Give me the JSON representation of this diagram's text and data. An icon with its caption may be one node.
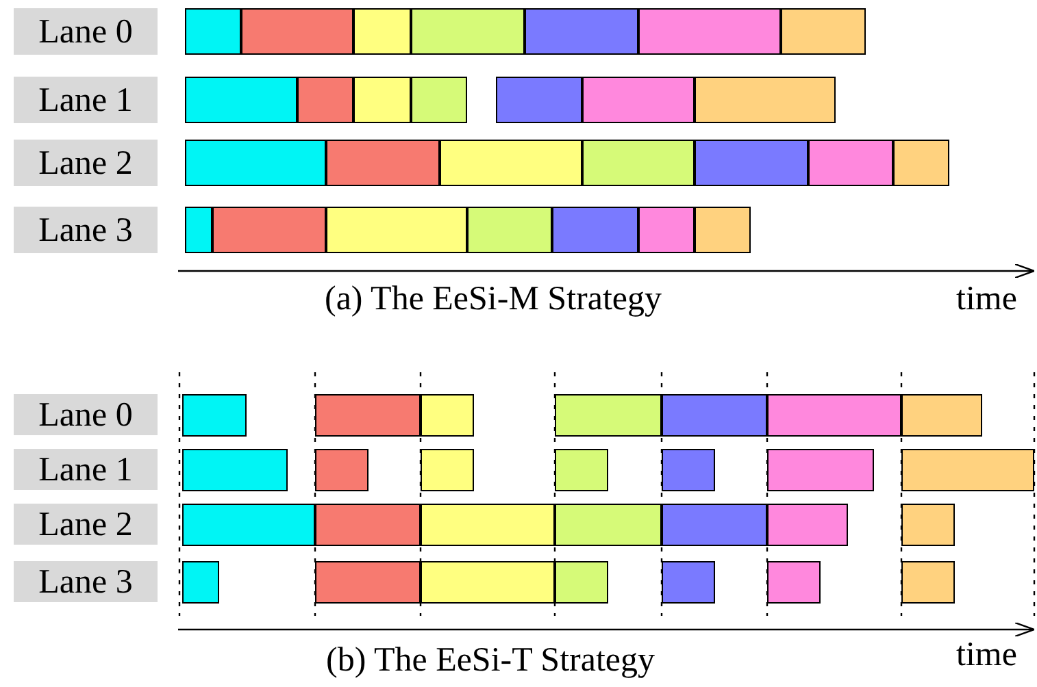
{
  "diagram": {
    "nodes": [
      {
        "text": [
          "Lane 0"
        ]
      },
      {
        "text": [],
        "shape": "bar"
      },
      {
        "text": [],
        "shape": "bar"
      },
      {
        "text": [],
        "shape": "bar"
      },
      {
        "text": [],
        "shape": "bar"
      },
      {
        "text": [],
        "shape": "bar"
      },
      {
        "text": [],
        "shape": "bar"
      },
      {
        "text": [],
        "shape": "bar"
      },
      {
        "text": [
          "Lane 1"
        ]
      },
      {
        "text": [],
        "shape": "bar"
      },
      {
        "text": [],
        "shape": "bar"
      },
      {
        "text": [],
        "shape": "bar"
      },
      {
        "text": [],
        "shape": "bar"
      },
      {
        "text": [],
        "shape": "bar"
      },
      {
        "text": [],
        "shape": "bar"
      },
      {
        "text": [],
        "shape": "bar"
      },
      {
        "text": [
          "Lane 2"
        ]
      },
      {
        "text": [],
        "shape": "bar"
      },
      {
        "text": [],
        "shape": "bar"
      },
      {
        "text": [],
        "shape": "bar"
      },
      {
        "text": [],
        "shape": "bar"
      },
      {
        "text": [],
        "shape": "bar"
      },
      {
        "text": [],
        "shape": "bar"
      },
      {
        "text": [],
        "shape": "bar"
      },
      {
        "text": [
          "Lane 3"
        ]
      },
      {
        "text": [],
        "shape": "bar"
      },
      {
        "text": [],
        "shape": "bar"
      },
      {
        "text": [],
        "shape": "bar"
      },
      {
        "text": [],
        "shape": "bar"
      },
      {
        "text": [],
        "shape": "bar"
      },
      {
        "text": [],
        "shape": "bar"
      },
      {
        "text": [],
        "shape": "bar"
      },
      {
        "text": [
          "Lane 0"
        ]
      },
      {
        "text": [],
        "shape": "bar"
      },
      {
        "text": [],
        "shape": "bar"
      },
      {
        "text": [],
        "shape": "bar"
      },
      {
        "text": [],
        "shape": "bar"
      },
      {
        "text": [],
        "shape": "bar"
      },
      {
        "text": [],
        "shape": "bar"
      },
      {
        "text": [],
        "shape": "bar"
      },
      {
        "text": [
          "Lane 1"
        ]
      },
      {
        "text": [],
        "shape": "bar"
      },
      {
        "text": [],
        "shape": "bar"
      },
      {
        "text": [],
        "shape": "bar"
      },
      {
        "text": [],
        "shape": "bar"
      },
      {
        "text": [],
        "shape": "bar"
      },
      {
        "text": [],
        "shape": "bar"
      },
      {
        "text": [],
        "shape": "bar"
      },
      {
        "text": [
          "Lane 2"
        ]
      },
      {
        "text": [],
        "shape": "bar"
      },
      {
        "text": [],
        "shape": "bar"
      },
      {
        "text": [],
        "shape": "bar"
      },
      {
        "text": [],
        "shape": "bar"
      },
      {
        "text": [],
        "shape": "bar"
      },
      {
        "text": [],
        "shape": "bar"
      },
      {
        "text": [],
        "shape": "bar"
      },
      {
        "text": [
          "Lane 3"
        ]
      },
      {
        "text": [],
        "shape": "bar"
      },
      {
        "text": [],
        "shape": "bar"
      },
      {
        "text": [],
        "shape": "bar"
      },
      {
        "text": [],
        "shape": "bar"
      },
      {
        "text": [],
        "shape": "bar"
      },
      {
        "text": [],
        "shape": "bar"
      },
      {
        "text": [],
        "shape": "bar"
      }
    ],
    "labels": [
      "(a) The EeSi-M Strategy",
      "time",
      "(b) The EeSi-T Strategy",
      "time"
    ]
  }
}
